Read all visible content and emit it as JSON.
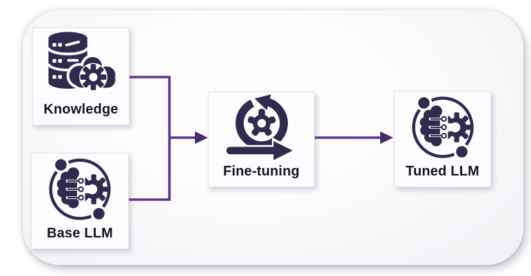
{
  "diagram": {
    "type": "flowchart",
    "description": "LLM fine-tuning workflow",
    "nodes": [
      {
        "id": "knowledge",
        "label": "Knowledge",
        "icon": "database-gear-cloud-icon"
      },
      {
        "id": "base-llm",
        "label": "Base LLM",
        "icon": "ai-brain-gear-icon"
      },
      {
        "id": "fine-tuning",
        "label": "Fine-tuning",
        "icon": "iteration-gear-arrow-icon"
      },
      {
        "id": "tuned-llm",
        "label": "Tuned LLM",
        "icon": "ai-brain-gear-icon"
      }
    ],
    "edges": [
      {
        "from": "knowledge",
        "to": "fine-tuning"
      },
      {
        "from": "base-llm",
        "to": "fine-tuning"
      },
      {
        "from": "fine-tuning",
        "to": "tuned-llm"
      }
    ],
    "colors": {
      "icon_color": "#302a4f",
      "label_color": "#16121f",
      "connector_color": "#5b3590",
      "arrowhead_color": "#472a6b",
      "node_bg": "#fcfcfe",
      "node_border": "#e4e4ea",
      "card_bg": "#f2f2f5",
      "page_bg": "#ffffff"
    }
  }
}
